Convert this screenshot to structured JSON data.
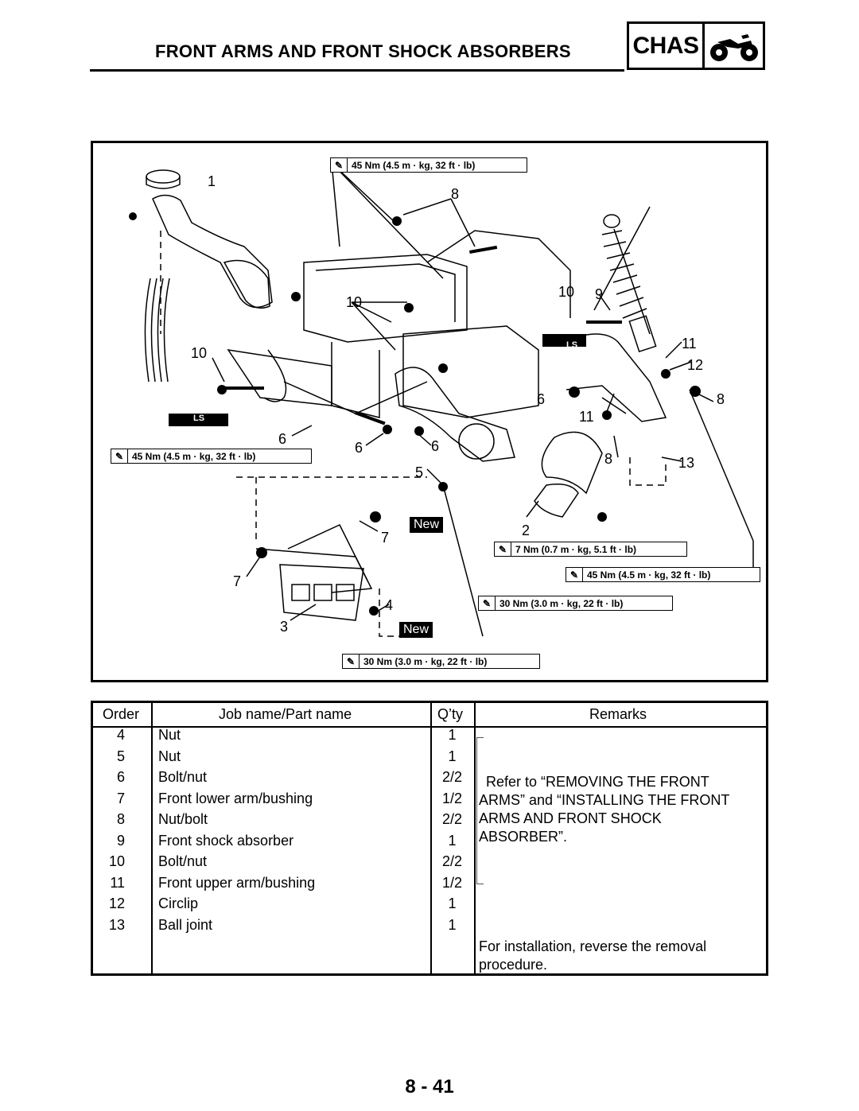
{
  "header": {
    "title": "FRONT ARMS AND FRONT SHOCK ABSORBERS",
    "section": "CHAS"
  },
  "figure": {
    "torque_top": "45 Nm (4.5 m · kg, 32 ft · lb)",
    "torque_left": "45 Nm (4.5 m · kg, 32 ft · lb)",
    "torque_7nm": "7 Nm (0.7 m · kg, 5.1 ft · lb)",
    "torque_right_45": "45 Nm (4.5 m · kg, 32 ft · lb)",
    "torque_30_a": "30 Nm (3.0 m · kg, 22 ft · lb)",
    "torque_30_b": "30 Nm (3.0 m · kg, 22 ft · lb)",
    "new_a": "New",
    "new_b": "New",
    "ls_a": "LS",
    "ls_b": "LS",
    "callouts": {
      "c1": "1",
      "c8a": "8",
      "c10a": "10",
      "c10b": "10",
      "c9": "9",
      "c10c": "10",
      "c11a": "11",
      "c12": "12",
      "c8b": "8",
      "c6a": "6",
      "c11b": "11",
      "c6b": "6",
      "c6c": "6",
      "c6d": "6",
      "c8c": "8",
      "c13": "13",
      "c5": "5",
      "c2": "2",
      "c7a": "7",
      "c7b": "7",
      "c4": "4",
      "c3": "3"
    }
  },
  "table": {
    "headers": {
      "order": "Order",
      "job": "Job name/Part name",
      "qty": "Q’ty",
      "remarks": "Remarks"
    },
    "rows": [
      {
        "order": "4",
        "name": "Nut",
        "qty": "1"
      },
      {
        "order": "5",
        "name": "Nut",
        "qty": "1"
      },
      {
        "order": "6",
        "name": "Bolt/nut",
        "qty": "2/2"
      },
      {
        "order": "7",
        "name": "Front lower arm/bushing",
        "qty": "1/2"
      },
      {
        "order": "8",
        "name": "Nut/bolt",
        "qty": "2/2"
      },
      {
        "order": "9",
        "name": "Front shock absorber",
        "qty": "1"
      },
      {
        "order": "10",
        "name": "Bolt/nut",
        "qty": "2/2"
      },
      {
        "order": "11",
        "name": "Front upper arm/bushing",
        "qty": "1/2"
      },
      {
        "order": "12",
        "name": "Circlip",
        "qty": "1"
      },
      {
        "order": "13",
        "name": "Ball joint",
        "qty": "1"
      }
    ],
    "remarks_refer": [
      "Refer to “REMOVING THE FRONT",
      "ARMS” and “INSTALLING THE FRONT",
      "ARMS AND FRONT SHOCK",
      "ABSORBER”."
    ],
    "remarks_install": [
      "For installation, reverse the removal",
      "procedure."
    ]
  },
  "page_number": "8 - 41"
}
